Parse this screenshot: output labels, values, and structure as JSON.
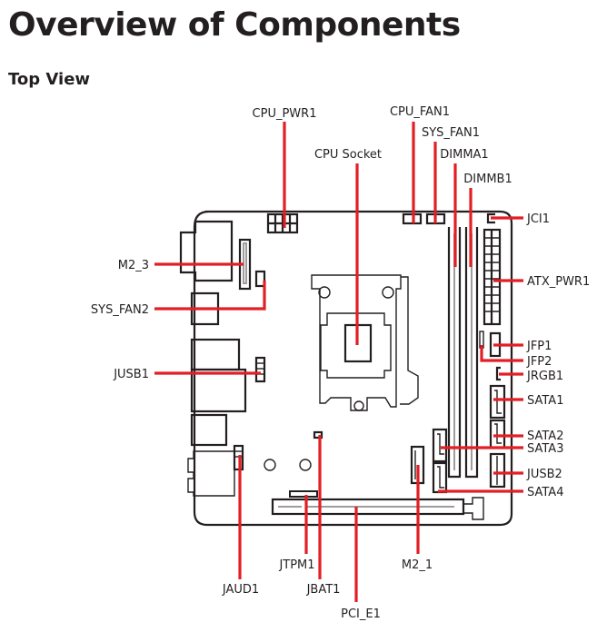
{
  "page": {
    "title": "Overview of Components",
    "subtitle": "Top View"
  },
  "colors": {
    "leader": "#e31e24",
    "outline": "#231f20",
    "slot_fill": "#bdbdbd",
    "text": "#231f20"
  },
  "components": {
    "cpu_pwr1": "CPU_PWR1",
    "cpu_socket": "CPU Socket",
    "cpu_fan1": "CPU_FAN1",
    "sys_fan1": "SYS_FAN1",
    "dimma1": "DIMMA1",
    "dimmb1": "DIMMB1",
    "jci1": "JCI1",
    "atx_pwr1": "ATX_PWR1",
    "jfp1": "JFP1",
    "jfp2": "JFP2",
    "jrgb1": "JRGB1",
    "sata1": "SATA1",
    "sata2": "SATA2",
    "sata3": "SATA3",
    "jusb2": "JUSB2",
    "sata4": "SATA4",
    "m2_3": "M2_3",
    "sys_fan2": "SYS_FAN2",
    "jusb1": "JUSB1",
    "jaud1": "JAUD1",
    "jtpm1": "JTPM1",
    "jbat1": "JBAT1",
    "pci_e1": "PCI_E1",
    "m2_1": "M2_1"
  }
}
